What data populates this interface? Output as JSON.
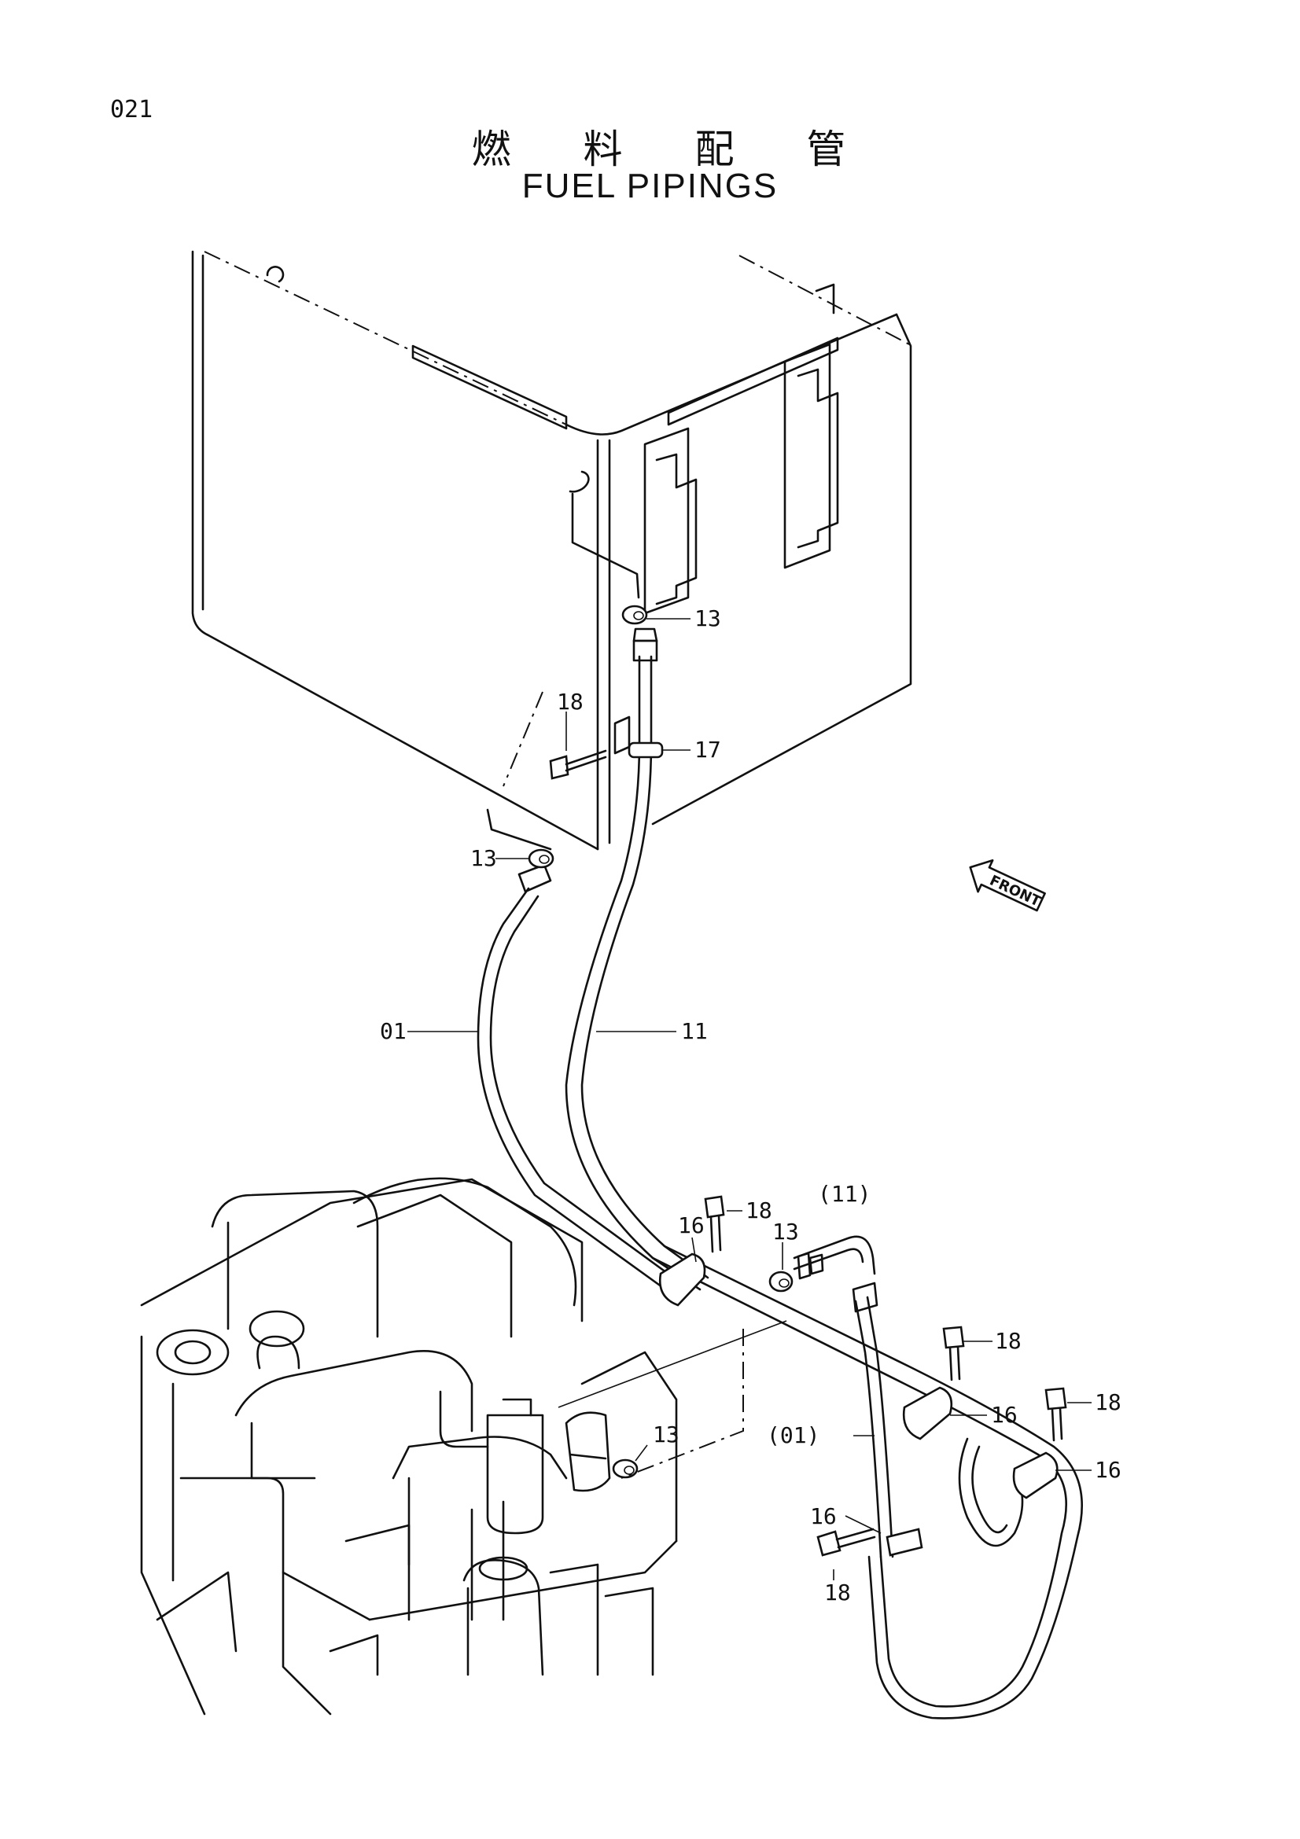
{
  "page": {
    "number": "021",
    "title_jp": "燃 料 配 管",
    "title_en": "FUEL PIPINGS"
  },
  "direction_arrow": {
    "label": "FRONT",
    "icon": "front-arrow-icon"
  },
  "callouts": [
    {
      "id": "c13a",
      "text": "13"
    },
    {
      "id": "c18a",
      "text": "18"
    },
    {
      "id": "c17",
      "text": "17"
    },
    {
      "id": "c13b",
      "text": "13"
    },
    {
      "id": "c01",
      "text": "01"
    },
    {
      "id": "c11",
      "text": "11"
    },
    {
      "id": "c18b",
      "text": "18"
    },
    {
      "id": "c16a",
      "text": "16"
    },
    {
      "id": "c11p",
      "text": "(11)"
    },
    {
      "id": "c13c",
      "text": "13"
    },
    {
      "id": "c13d",
      "text": "13"
    },
    {
      "id": "c18c",
      "text": "18"
    },
    {
      "id": "c16b",
      "text": "16"
    },
    {
      "id": "c18d",
      "text": "18"
    },
    {
      "id": "c01p",
      "text": "(01)"
    },
    {
      "id": "c16c",
      "text": "16"
    },
    {
      "id": "c16d",
      "text": "16"
    },
    {
      "id": "c18e",
      "text": "18"
    }
  ]
}
